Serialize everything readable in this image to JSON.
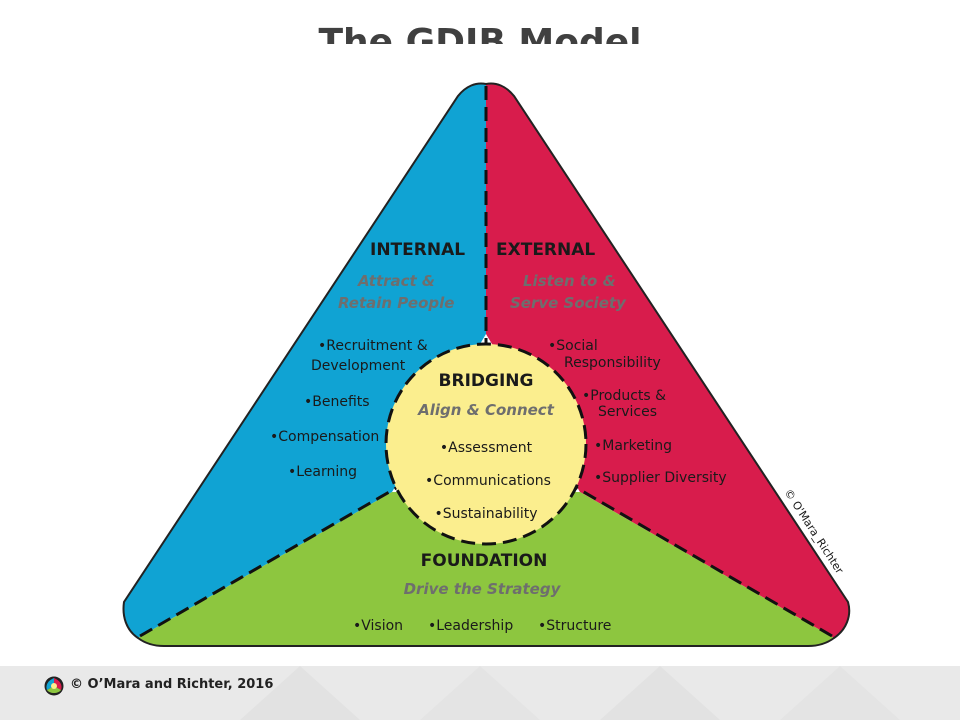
{
  "title": "The GDIB Model",
  "colors": {
    "internal": "#10a3d3",
    "external": "#d81c4c",
    "foundation": "#8dc63f",
    "bridging": "#fbee8e"
  },
  "internal": {
    "header": "INTERNAL",
    "subtitle_1": "Attract &",
    "subtitle_2": "Retain People",
    "items": [
      "•Recruitment &",
      "Development",
      "•Benefits",
      "•Compensation",
      "•Learning"
    ]
  },
  "external": {
    "header": "EXTERNAL",
    "subtitle_1": "Listen to &",
    "subtitle_2": "Serve Society",
    "items": [
      "•Social",
      "Responsibility",
      "•Products &",
      "Services",
      "•Marketing",
      "•Supplier Diversity"
    ]
  },
  "bridging": {
    "header": "BRIDGING",
    "subtitle": "Align & Connect",
    "items": [
      "•Assessment",
      "•Communications",
      "•Sustainability"
    ]
  },
  "foundation": {
    "header": "FOUNDATION",
    "subtitle": "Drive the Strategy",
    "items": [
      "•Vision",
      "•Leadership",
      "•Structure"
    ]
  },
  "diagram_copyright": "© O'Mara_Richter",
  "footer": {
    "text": "© O’Mara and Richter, 2016",
    "logo_icon": "gdib-logo-icon"
  }
}
